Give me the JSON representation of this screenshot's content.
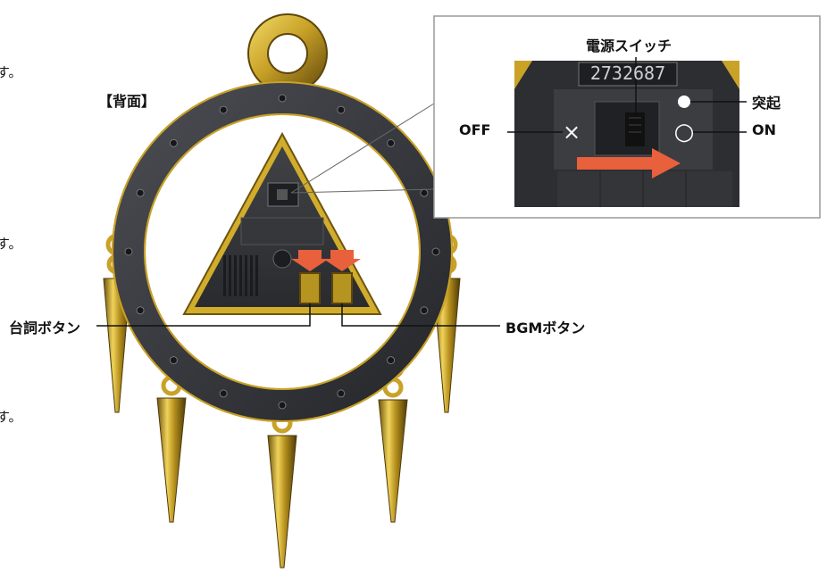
{
  "view_label": "【背面】",
  "edge_fragments": [
    "す。",
    "す。",
    "す。"
  ],
  "callout": {
    "power_switch_label": "電源スイッチ",
    "serial_number": "2732687",
    "protrusion_label": "突起",
    "off_label": "OFF",
    "on_label": "ON",
    "off_symbol": "×",
    "on_symbol": "○"
  },
  "buttons": {
    "dialogue_button_label": "台詞ボタン",
    "bgm_button_label": "BGMボタン"
  },
  "colors": {
    "gold": "#c9a227",
    "dark_gold": "#6e5410",
    "ring": "#3a3c40",
    "triangle": "#2c2e32",
    "button_gold": "#b59420",
    "arrow_red": "#e8603c",
    "panel_border": "#999999"
  },
  "icons": [
    "press-arrow-icon",
    "slide-arrow-icon",
    "screw-icon",
    "speaker-grille-icon"
  ]
}
